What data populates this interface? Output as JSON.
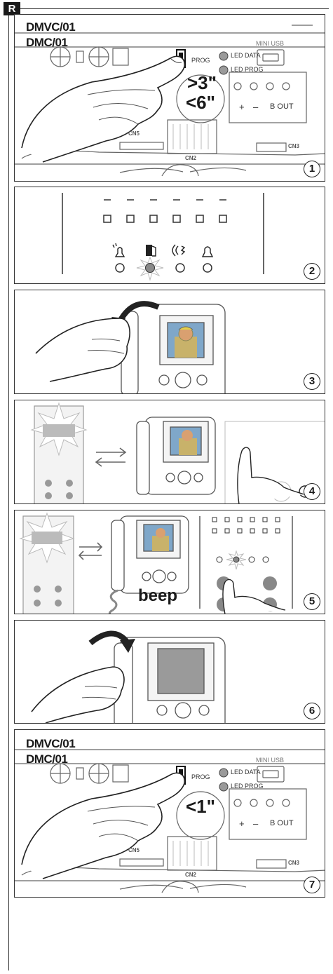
{
  "header": {
    "tag": "R"
  },
  "panel1": {
    "model_top": "DMVC/01",
    "model_bottom": "DMC/01",
    "prog_label": "PROG",
    "led_data": "LED DATA",
    "led_prog": "LED PROG",
    "mini_usb": "MINI USB",
    "time_min": ">3\"",
    "time_max": "<6\"",
    "cn5": "CN5",
    "cn2": "CN2",
    "cn3": "CN3",
    "terminal_plus": "+",
    "terminal_minus": "–",
    "b_out": "B OUT",
    "step": "1"
  },
  "panel2": {
    "step": "2"
  },
  "panel3": {
    "step": "3"
  },
  "panel4": {
    "step": "4"
  },
  "panel5": {
    "beep": "beep",
    "step": "5"
  },
  "panel6": {
    "step": "6"
  },
  "panel7": {
    "model_top": "DMVC/01",
    "model_bottom": "DMC/01",
    "prog_label": "PROG",
    "led_data": "LED DATA",
    "led_prog": "LED PROG",
    "mini_usb": "MINI USB",
    "time": "<1\"",
    "cn5": "CN5",
    "cn2": "CN2",
    "cn3": "CN3",
    "terminal_plus": "+",
    "terminal_minus": "–",
    "b_out": "B OUT",
    "step": "7"
  }
}
